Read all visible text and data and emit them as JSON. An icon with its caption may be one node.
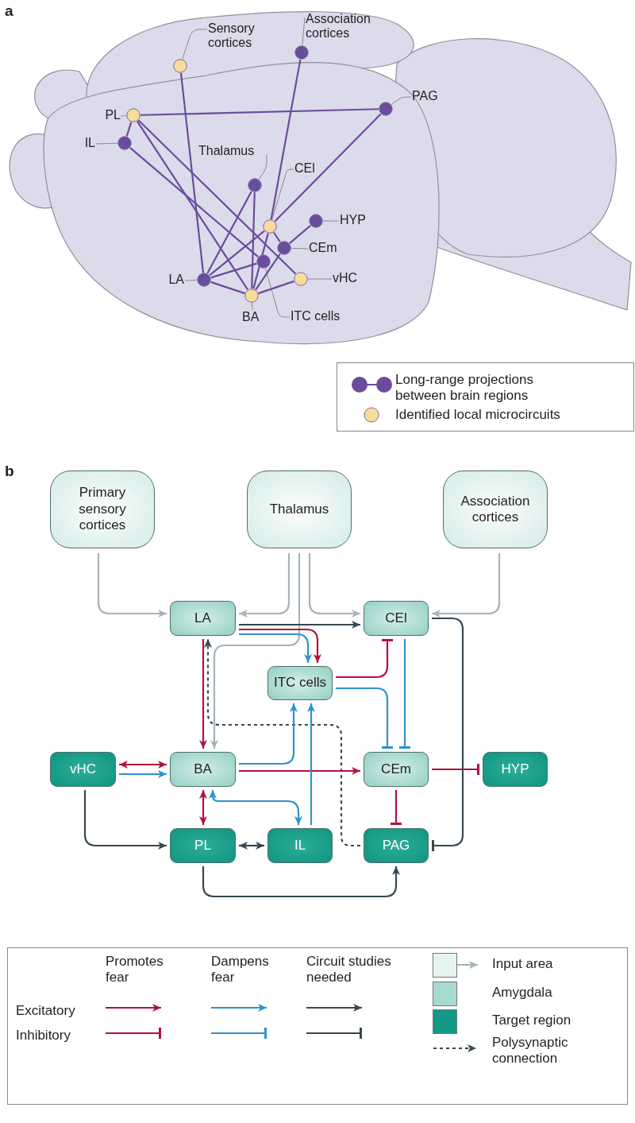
{
  "diagram": {
    "nodes": [
      {
        "text": [
          "Sensory cortices"
        ]
      },
      {
        "text": [],
        "shape": "circle"
      },
      {
        "text": [
          "Association cortices"
        ]
      },
      {
        "text": [],
        "shape": "circle"
      },
      {
        "text": [
          "PAG"
        ]
      },
      {
        "text": [],
        "shape": "circle"
      },
      {
        "text": [
          "PL"
        ]
      },
      {
        "text": [],
        "shape": "circle"
      },
      {
        "text": [
          "IL"
        ]
      },
      {
        "text": [],
        "shape": "circle"
      },
      {
        "text": [
          "Thalamus"
        ]
      },
      {
        "text": [],
        "shape": "circle"
      },
      {
        "text": [
          "CEl"
        ]
      },
      {
        "text": [],
        "shape": "circle"
      },
      {
        "text": [
          "HYP"
        ]
      },
      {
        "text": [],
        "shape": "circle"
      },
      {
        "text": [
          "CEm"
        ]
      },
      {
        "text": [],
        "shape": "circle"
      },
      {
        "text": [],
        "shape": "circle"
      },
      {
        "text": [],
        "shape": "circle"
      },
      {
        "text": [
          "LA"
        ]
      },
      {
        "text": [],
        "shape": "circle"
      },
      {
        "text": [
          "vHC"
        ]
      },
      {
        "text": [],
        "shape": "circle"
      },
      {
        "text": [
          "BA"
        ]
      },
      {
        "text": [
          "ITC cells"
        ]
      },
      {
        "text": [
          "Primary sensory cortices"
        ]
      },
      {
        "text": [
          "Thalamus"
        ]
      },
      {
        "text": [
          "Association cortices"
        ]
      },
      {
        "text": [
          "LA"
        ]
      },
      {
        "text": [
          "CEl"
        ]
      },
      {
        "text": [
          "ITC cells"
        ]
      },
      {
        "text": [
          "vHC"
        ]
      },
      {
        "text": [
          "BA"
        ]
      },
      {
        "text": [
          "CEm"
        ]
      },
      {
        "text": [
          "HYP"
        ]
      },
      {
        "text": [
          "PL"
        ]
      },
      {
        "text": [
          "IL"
        ]
      },
      {
        "text": [
          "PAG"
        ]
      }
    ],
    "edges": [
      {
        "from": 0,
        "to": 1,
        "arrow": "none",
        "color": "#8a8a8a"
      },
      {
        "from": 2,
        "to": 3,
        "arrow": "none",
        "color": "#8a8a8a"
      },
      {
        "from": 4,
        "to": 5,
        "arrow": "none",
        "color": "#8a8a8a"
      },
      {
        "from": 6,
        "to": 7,
        "arrow": "none",
        "color": "#8a8a8a"
      },
      {
        "from": 8,
        "to": 9,
        "arrow": "none",
        "color": "#8a8a8a"
      },
      {
        "from": 10,
        "to": 11,
        "arrow": "none",
        "color": "#8a8a8a"
      },
      {
        "from": 12,
        "to": 13,
        "arrow": "none",
        "color": "#8a8a8a"
      },
      {
        "from": 14,
        "to": 15,
        "arrow": "none",
        "color": "#8a8a8a"
      },
      {
        "from": 16,
        "to": 17,
        "arrow": "none",
        "color": "#8a8a8a"
      },
      {
        "from": 20,
        "to": 19,
        "arrow": "none",
        "color": "#8a8a8a"
      },
      {
        "from": 22,
        "to": 21,
        "arrow": "none",
        "color": "#8a8a8a"
      },
      {
        "from": 24,
        "to": 23,
        "arrow": "none",
        "color": "#8a8a8a"
      },
      {
        "from": 25,
        "to": 18,
        "arrow": "none",
        "color": "#8a8a8a"
      },
      {
        "from": 7,
        "to": 5,
        "arrow": "none"
      },
      {
        "from": 7,
        "to": 9,
        "arrow": "none"
      },
      {
        "from": 7,
        "to": 23,
        "arrow": "none"
      },
      {
        "from": 7,
        "to": 21,
        "arrow": "none"
      },
      {
        "from": 9,
        "to": 18,
        "arrow": "none"
      },
      {
        "from": 1,
        "to": 19,
        "arrow": "none"
      },
      {
        "from": 3,
        "to": 13,
        "arrow": "none"
      },
      {
        "from": 5,
        "to": 13,
        "arrow": "none"
      },
      {
        "from": 11,
        "to": 19,
        "arrow": "none"
      },
      {
        "from": 11,
        "to": 23,
        "arrow": "none"
      },
      {
        "from": 13,
        "to": 23,
        "arrow": "none"
      },
      {
        "from": 13,
        "to": 17,
        "arrow": "none"
      },
      {
        "from": 15,
        "to": 17,
        "arrow": "none"
      },
      {
        "from": 19,
        "to": 13,
        "arrow": "none"
      },
      {
        "from": 19,
        "to": 18,
        "arrow": "none"
      },
      {
        "from": 19,
        "to": 23,
        "arrow": "none"
      },
      {
        "from": 23,
        "to": 21,
        "arrow": "none"
      },
      {
        "from": 23,
        "to": 17,
        "arrow": "none"
      },
      {
        "from": 26,
        "to": 29,
        "arrow": "to",
        "color": "#a7b3ba"
      },
      {
        "from": 27,
        "to": 29,
        "arrow": "to",
        "color": "#a7b3ba"
      },
      {
        "from": 27,
        "to": 33,
        "arrow": "to",
        "color": "#a7b3ba"
      },
      {
        "from": 27,
        "to": 30,
        "arrow": "to",
        "color": "#a7b3ba"
      },
      {
        "from": 28,
        "to": 30,
        "arrow": "to",
        "color": "#a7b3ba"
      },
      {
        "from": 29,
        "to": 30,
        "arrow": "to",
        "color": "#37474f"
      },
      {
        "from": 29,
        "to": 31,
        "arrow": "to",
        "color": "#b3123c"
      },
      {
        "from": 29,
        "to": 31,
        "arrow": "to",
        "color": "#2b93cf"
      },
      {
        "from": 29,
        "to": 33,
        "arrow": "to",
        "color": "#b3123c"
      },
      {
        "from": 31,
        "to": 30,
        "arrow": "other",
        "color": "#b3123c"
      },
      {
        "from": 31,
        "to": 34,
        "arrow": "other",
        "color": "#2b93cf"
      },
      {
        "from": 30,
        "to": 34,
        "arrow": "other",
        "color": "#2b93cf"
      },
      {
        "from": 30,
        "to": 38,
        "arrow": "other",
        "color": "#37474f"
      },
      {
        "from": 38,
        "to": 29,
        "arrow": "to",
        "style": "dashed",
        "color": "#37474f"
      },
      {
        "from": 32,
        "to": 33,
        "arrow": "both",
        "color": "#b3123c"
      },
      {
        "from": 32,
        "to": 33,
        "arrow": "to",
        "color": "#2b93cf"
      },
      {
        "from": 33,
        "to": 31,
        "arrow": "to",
        "color": "#2b93cf"
      },
      {
        "from": 33,
        "to": 34,
        "arrow": "to",
        "color": "#b3123c"
      },
      {
        "from": 33,
        "to": 36,
        "arrow": "both",
        "color": "#b3123c"
      },
      {
        "from": 33,
        "to": 37,
        "arrow": "both",
        "color": "#2b93cf"
      },
      {
        "from": 37,
        "to": 31,
        "arrow": "to",
        "color": "#2b93cf"
      },
      {
        "from": 34,
        "to": 35,
        "arrow": "other",
        "color": "#b3123c"
      },
      {
        "from": 34,
        "to": 38,
        "arrow": "other",
        "color": "#b3123c"
      },
      {
        "from": 32,
        "to": 36,
        "arrow": "to",
        "color": "#37474f"
      },
      {
        "from": 36,
        "to": 37,
        "arrow": "both",
        "color": "#37474f"
      },
      {
        "from": 36,
        "to": 38,
        "arrow": "to",
        "color": "#37474f"
      }
    ],
    "labels": [
      "a",
      "b",
      "Promotes fear",
      "Dampens fear",
      "Circuit studies needed",
      "Excitatory",
      "Inhibitory"
    ],
    "legend": [
      {
        "text": "Long-range projections between brain regions"
      },
      {
        "text": "Identified local microcircuits",
        "color": "#f9dc9a"
      },
      {
        "text": "Input area",
        "color": "#e6f4f1"
      },
      {
        "text": "Amygdala",
        "color": "#a6d9d0"
      },
      {
        "text": "Target region",
        "color": "#139a86"
      },
      {
        "text": "Polysynaptic connection"
      }
    ]
  }
}
